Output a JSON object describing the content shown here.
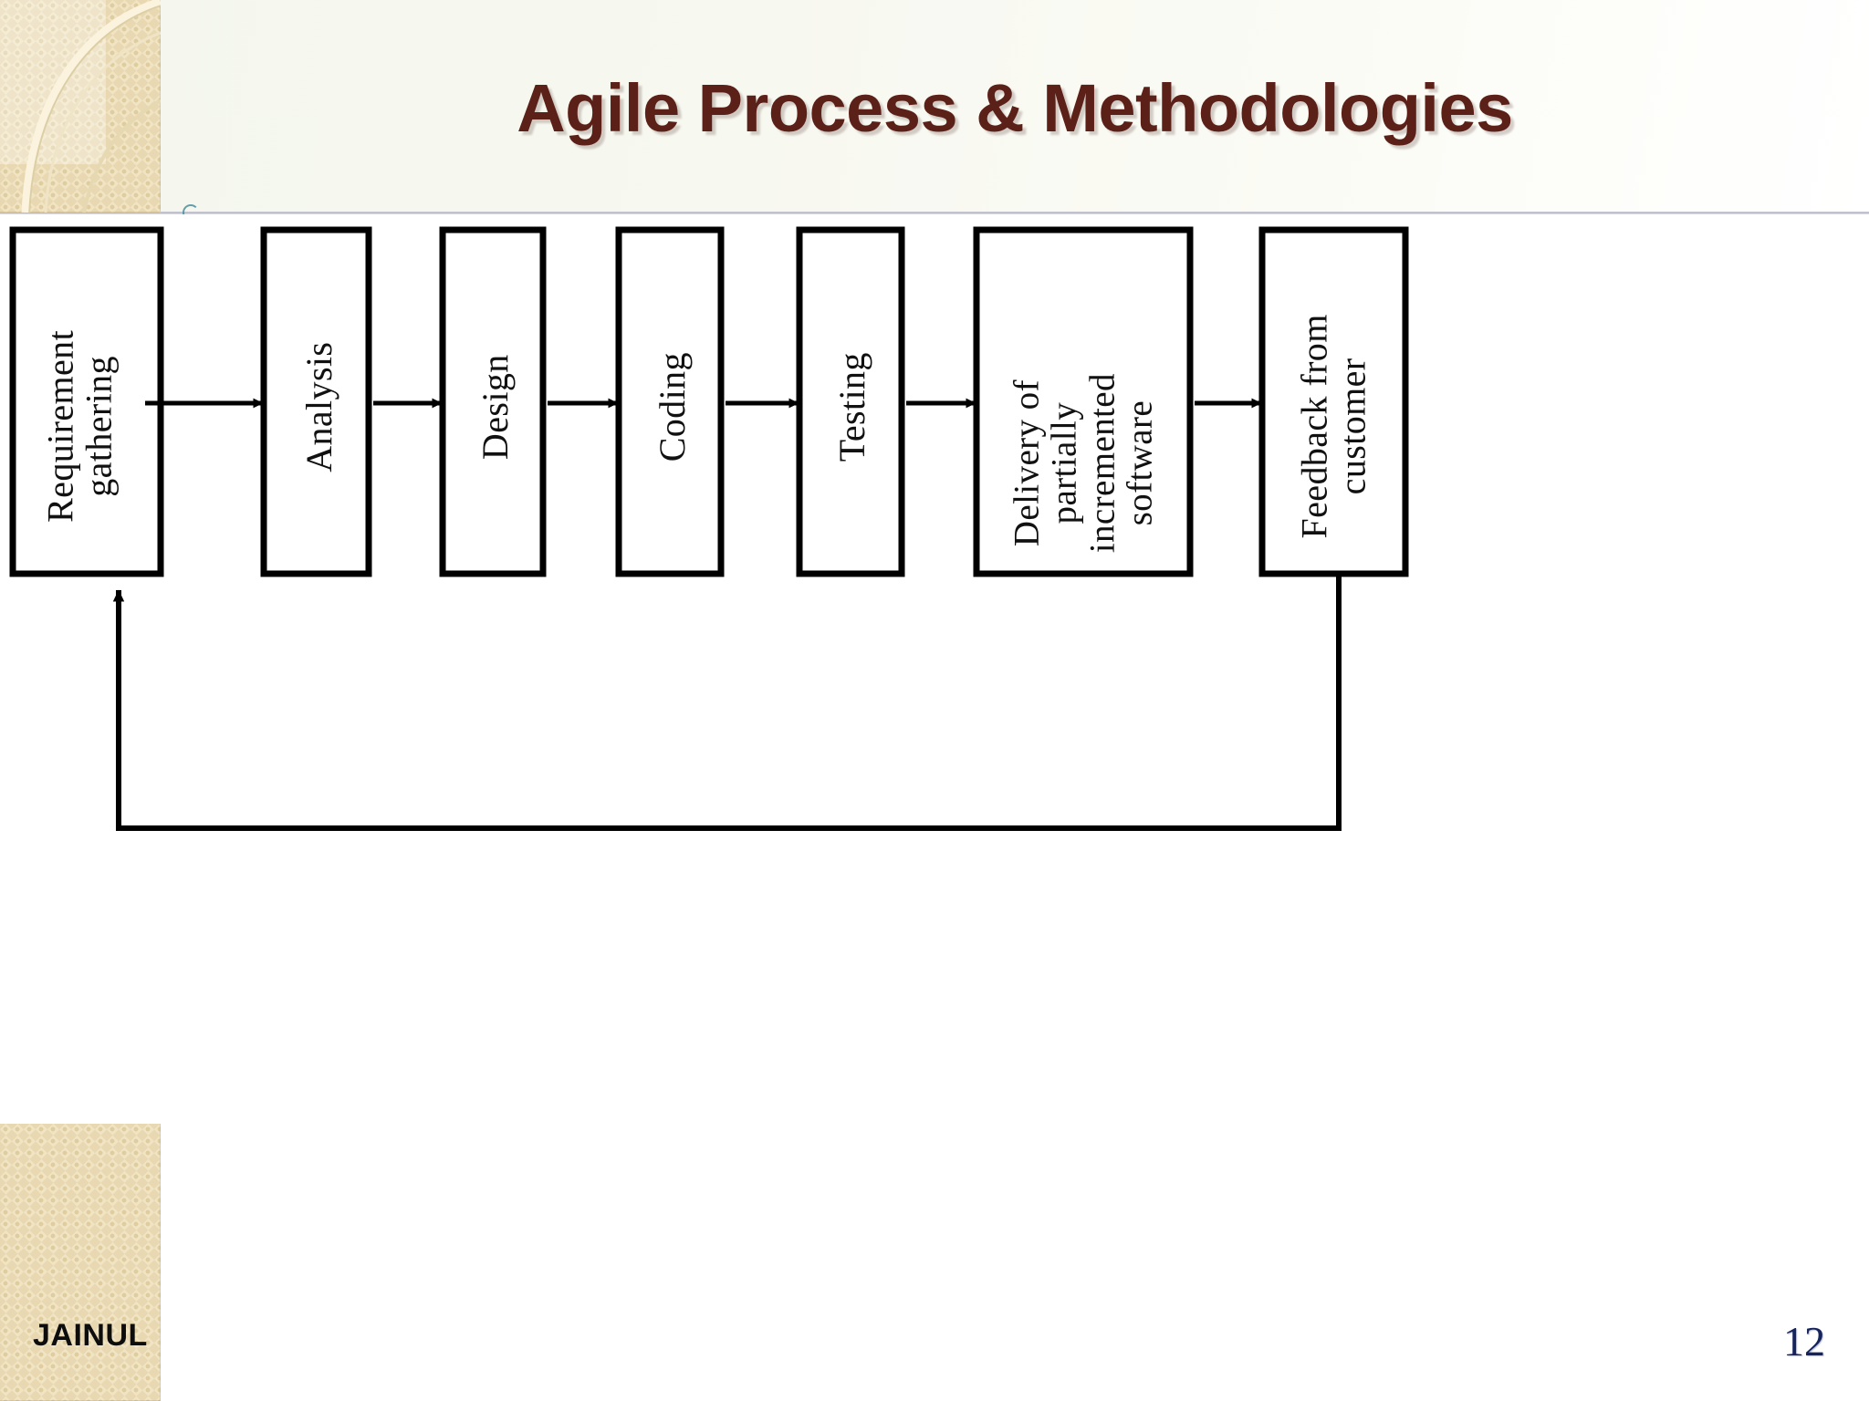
{
  "slide": {
    "title": "Agile Process & Methodologies",
    "page_number": "12",
    "author_footer": "JAINUL",
    "title_color": "#5B2018",
    "page_number_color": "#16245C",
    "deco_color": "#F0E4C3"
  },
  "chart_data": {
    "type": "diagram",
    "title": "Agile Process & Methodologies",
    "diagram_kind": "linear-process-flow-with-feedback-loop",
    "nodes": [
      {
        "id": "requirement-gathering",
        "label": "Requirement\ngathering",
        "lines": [
          "Requirement",
          "gathering"
        ]
      },
      {
        "id": "analysis",
        "label": "Analysis",
        "lines": [
          "Analysis"
        ]
      },
      {
        "id": "design",
        "label": "Design",
        "lines": [
          "Design"
        ]
      },
      {
        "id": "coding",
        "label": "Coding",
        "lines": [
          "Coding"
        ]
      },
      {
        "id": "testing",
        "label": "Testing",
        "lines": [
          "Testing"
        ]
      },
      {
        "id": "delivery",
        "label": "Delivery of partially incremented software",
        "lines": [
          "Delivery of",
          "partially",
          "incremented",
          "software"
        ]
      },
      {
        "id": "feedback",
        "label": "Feedback from customer",
        "lines": [
          "Feedback from",
          "customer"
        ]
      }
    ],
    "edges": [
      {
        "from": "requirement-gathering",
        "to": "analysis",
        "style": "arrow"
      },
      {
        "from": "analysis",
        "to": "design",
        "style": "arrow"
      },
      {
        "from": "design",
        "to": "coding",
        "style": "arrow"
      },
      {
        "from": "coding",
        "to": "testing",
        "style": "arrow"
      },
      {
        "from": "testing",
        "to": "delivery",
        "style": "arrow"
      },
      {
        "from": "delivery",
        "to": "feedback",
        "style": "arrow"
      },
      {
        "from": "feedback",
        "to": "requirement-gathering",
        "style": "feedback-loop-arrow"
      }
    ],
    "text_orientation": "vertical-rotated-90-ccw",
    "node_fill": "#FFFFFF",
    "node_stroke": "#000000",
    "edge_stroke": "#000000"
  }
}
